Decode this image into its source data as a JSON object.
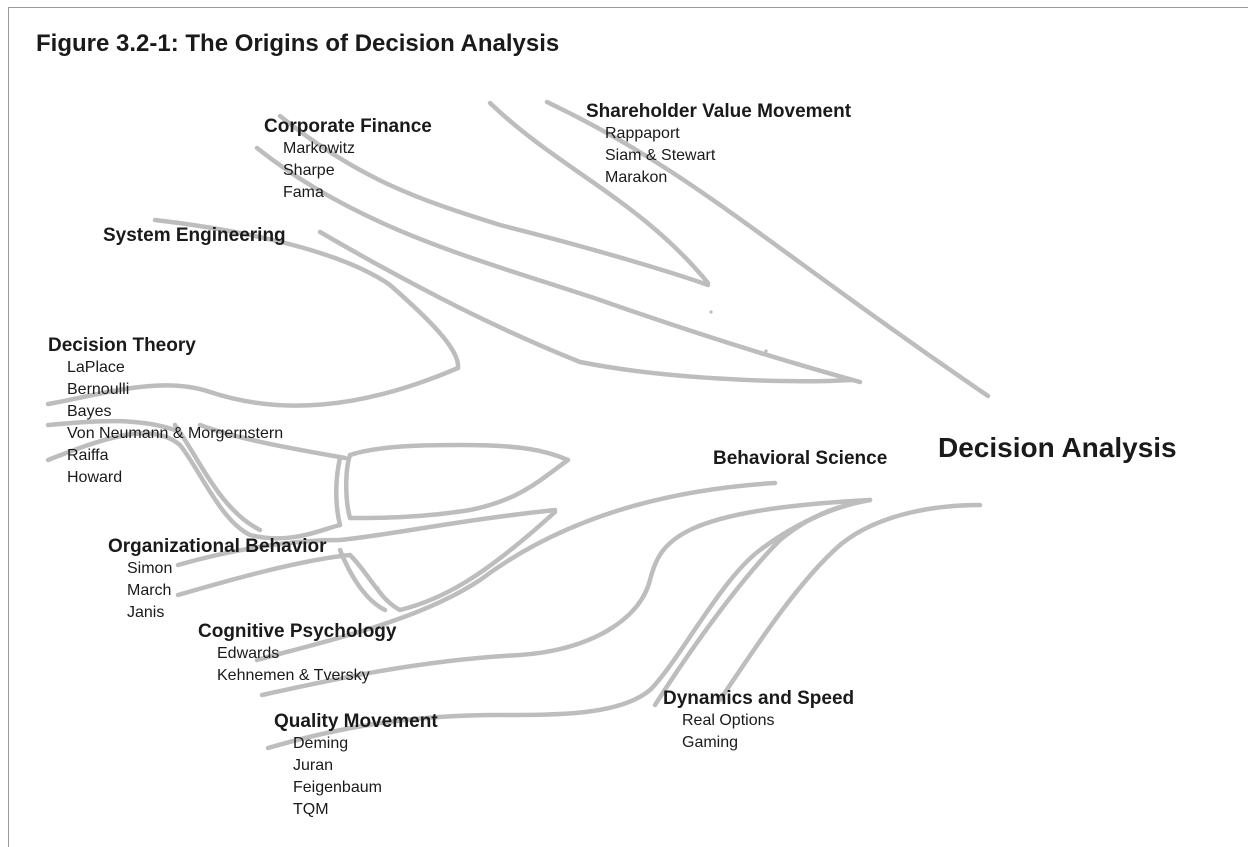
{
  "figure_title": "Figure 3.2-1: The Origins of Decision Analysis",
  "target_label": "Decision Analysis",
  "line_color": "#bdbdbd",
  "groups": {
    "corporate_finance": {
      "heading": "Corporate Finance",
      "items": [
        "Markowitz",
        "Sharpe",
        "Fama"
      ]
    },
    "shareholder_value": {
      "heading": "Shareholder Value Movement",
      "items": [
        "Rappaport",
        "Siam & Stewart",
        "Marakon"
      ]
    },
    "system_engineering": {
      "heading": "System Engineering",
      "items": []
    },
    "decision_theory": {
      "heading": "Decision Theory",
      "items": [
        "LaPlace",
        "Bernoulli",
        "Bayes",
        "Von Neumann & Morgernstern",
        "Raiffa",
        "Howard"
      ]
    },
    "behavioral_science": {
      "heading": "Behavioral Science",
      "items": []
    },
    "organizational_behavior": {
      "heading": "Organizational Behavior",
      "items": [
        "Simon",
        "March",
        "Janis"
      ]
    },
    "cognitive_psychology": {
      "heading": "Cognitive Psychology",
      "items": [
        "Edwards",
        "Kehnemen & Tversky"
      ]
    },
    "quality_movement": {
      "heading": "Quality Movement",
      "items": [
        "Deming",
        "Juran",
        "Feigenbaum",
        "TQM"
      ]
    },
    "dynamics_speed": {
      "heading": "Dynamics and Speed",
      "items": [
        "Real Options",
        "Gaming"
      ]
    }
  }
}
